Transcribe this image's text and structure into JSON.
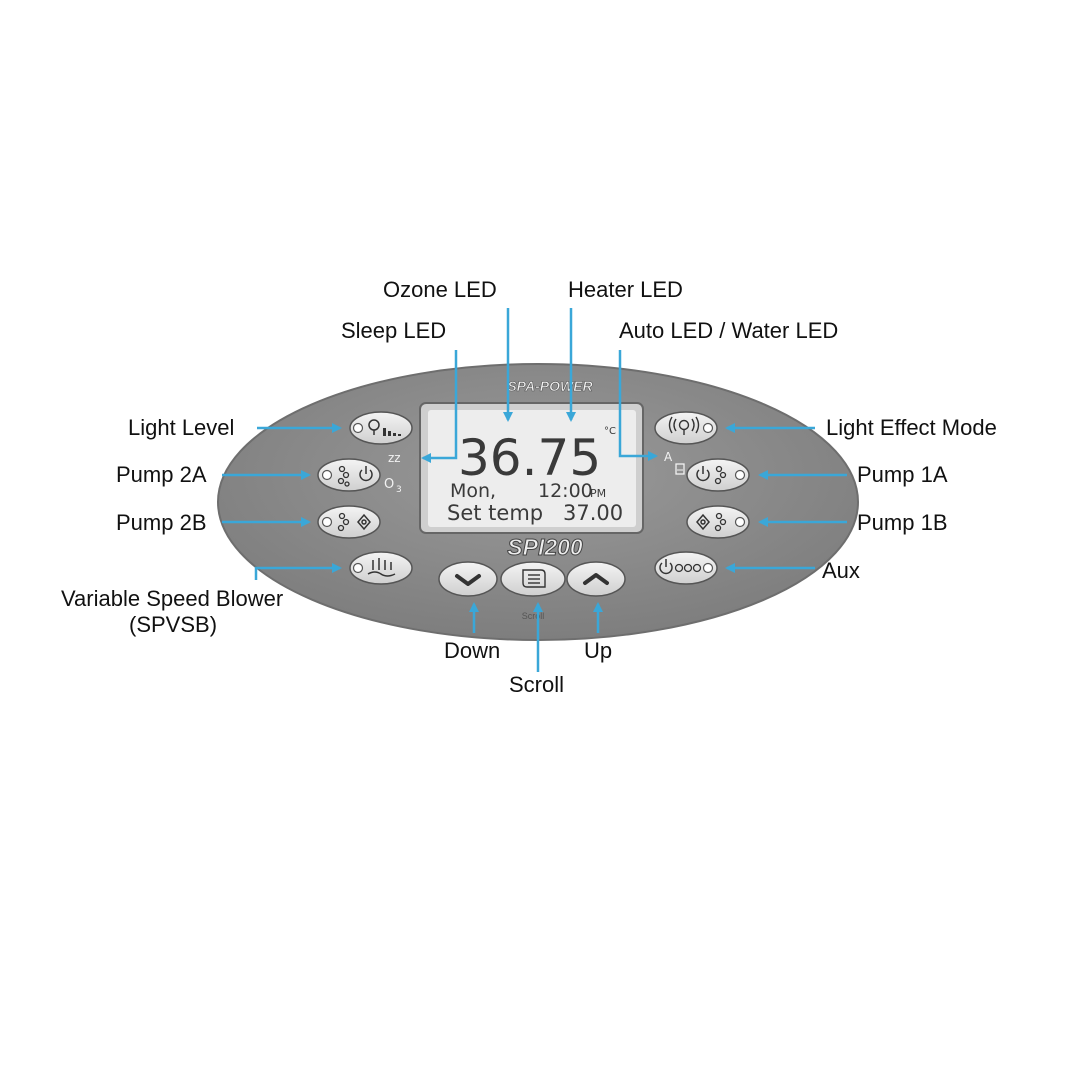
{
  "panel": {
    "brand": "SPA-POWER",
    "model": "SPI200",
    "scroll_caption": "Scroll"
  },
  "display": {
    "temperature": "36.75",
    "unit": "°C",
    "day": "Mon,",
    "time": "12:00",
    "ampm": "PM",
    "set_label": "Set temp",
    "set_value": "37.00"
  },
  "indicators": {
    "sleep": "zz",
    "ozone": "O3",
    "auto": "A"
  },
  "callouts": {
    "ozone_led": "Ozone LED",
    "heater_led": "Heater LED",
    "sleep_led": "Sleep LED",
    "auto_water_led": "Auto LED / Water LED",
    "light_level": "Light Level",
    "pump_2a": "Pump 2A",
    "pump_2b": "Pump 2B",
    "blower_line1": "Variable Speed Blower",
    "blower_line2": "(SPVSB)",
    "light_effect_mode": "Light Effect Mode",
    "pump_1a": "Pump 1A",
    "pump_1b": "Pump 1B",
    "aux": "Aux",
    "down": "Down",
    "scroll": "Scroll",
    "up": "Up"
  },
  "colors": {
    "arrow": "#3aa7d8",
    "panel": "#8a8a8a",
    "button": "#e6e6e6",
    "lcd": "#ececec"
  }
}
